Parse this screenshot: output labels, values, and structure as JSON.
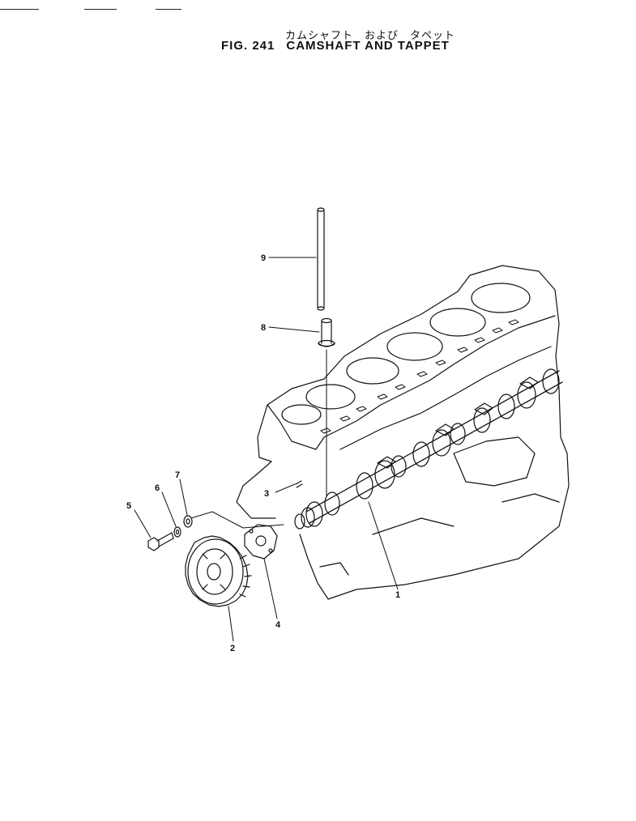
{
  "header": {
    "title_jp": "カムシャフト　および　タペット",
    "fig_number": "FIG. 241",
    "title_en": "CAMSHAFT  AND  TAPPET"
  },
  "callouts": [
    {
      "id": "1",
      "label": "1"
    },
    {
      "id": "2",
      "label": "2"
    },
    {
      "id": "3",
      "label": "3"
    },
    {
      "id": "4",
      "label": "4"
    },
    {
      "id": "5",
      "label": "5"
    },
    {
      "id": "6",
      "label": "6"
    },
    {
      "id": "7",
      "label": "7"
    },
    {
      "id": "8",
      "label": "8"
    },
    {
      "id": "9",
      "label": "9"
    }
  ]
}
